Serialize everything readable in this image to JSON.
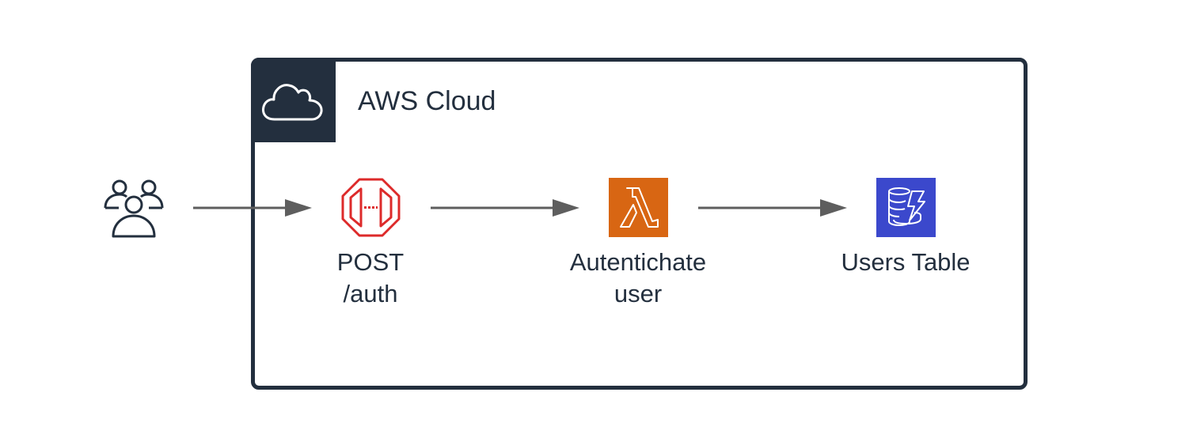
{
  "diagram": {
    "group": {
      "title": "AWS Cloud",
      "icon": "cloud-icon",
      "border_color": "#232f3e"
    },
    "actor": {
      "icon": "users-icon",
      "label": ""
    },
    "nodes": [
      {
        "id": "api",
        "icon": "api-gateway-endpoint-icon",
        "label": "POST\n/auth",
        "color": "#dd2a2a"
      },
      {
        "id": "lambda",
        "icon": "lambda-icon",
        "label": "Autentichate\nuser",
        "color": "#d86613"
      },
      {
        "id": "dynamo",
        "icon": "dynamodb-icon",
        "label": "Users Table",
        "color": "#3b48cc"
      }
    ],
    "edges": [
      {
        "from": "users",
        "to": "api"
      },
      {
        "from": "api",
        "to": "lambda"
      },
      {
        "from": "lambda",
        "to": "dynamo"
      }
    ],
    "arrow_color": "#5e5e5e"
  }
}
